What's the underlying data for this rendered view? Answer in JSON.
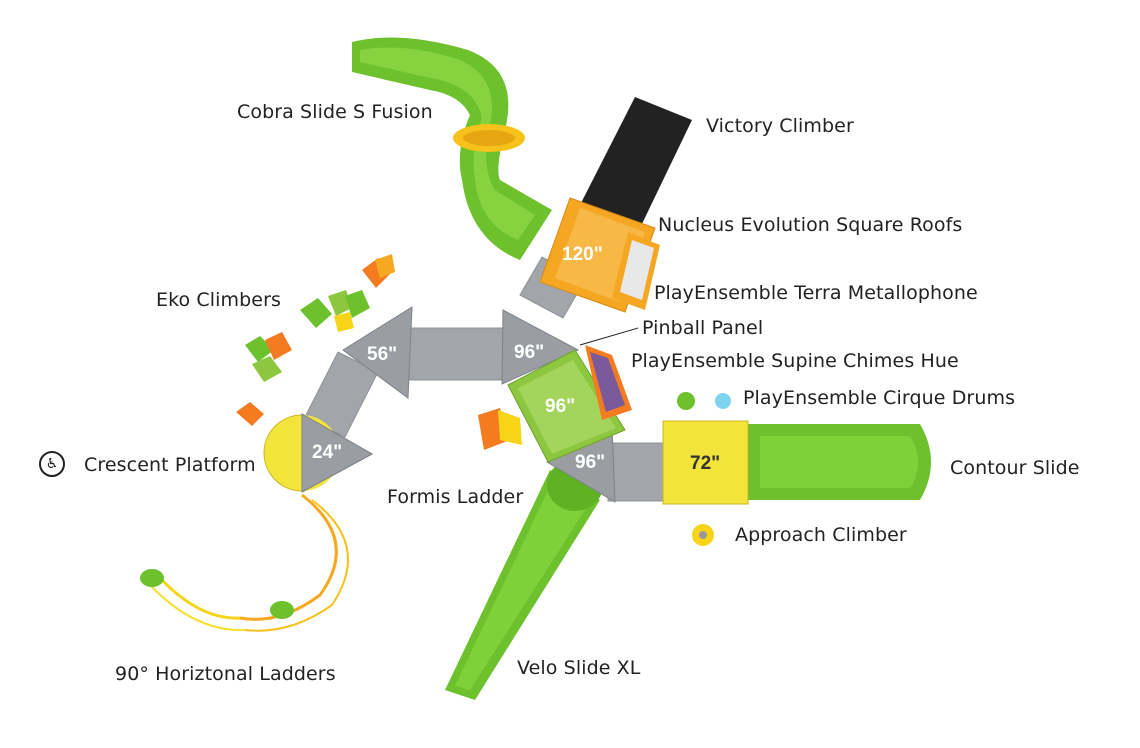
{
  "labels": {
    "cobra_slide": "Cobra Slide S Fusion",
    "victory_climber": "Victory Climber",
    "nucleus_roofs": "Nucleus Evolution Square Roofs",
    "terra_metallophone": "PlayEnsemble Terra Metallophone",
    "pinball_panel": "Pinball Panel",
    "supine_chimes": "PlayEnsemble Supine Chimes Hue",
    "cirque_drums": "PlayEnsemble Cirque Drums",
    "eko_climbers": "Eko Climbers",
    "contour_slide": "Contour Slide",
    "crescent_platform": "Crescent Platform",
    "formis_ladder": "Formis Ladder",
    "approach_climber": "Approach Climber",
    "horizontal_ladders": "90° Horiztonal Ladders",
    "velo_slide": "Velo Slide XL"
  },
  "decks": {
    "d120": "120\"",
    "d56": "56\"",
    "d96_top": "96\"",
    "d96_center": "96\"",
    "d96_bottom": "96\"",
    "d24": "24\"",
    "d72": "72\""
  },
  "colors": {
    "slide_green": "#6cc12d",
    "deck_gray": "#9a9ea2",
    "roof_orange": "#f5a623",
    "roof_yellow": "#f2e43a",
    "leaf_green": "#8dc63f",
    "accent_orange": "#f47b20",
    "ladder_yellow": "#f7d417",
    "drum_blue": "#7fd3f2"
  },
  "icons": {
    "accessibility": "wheelchair-accessible-icon"
  }
}
